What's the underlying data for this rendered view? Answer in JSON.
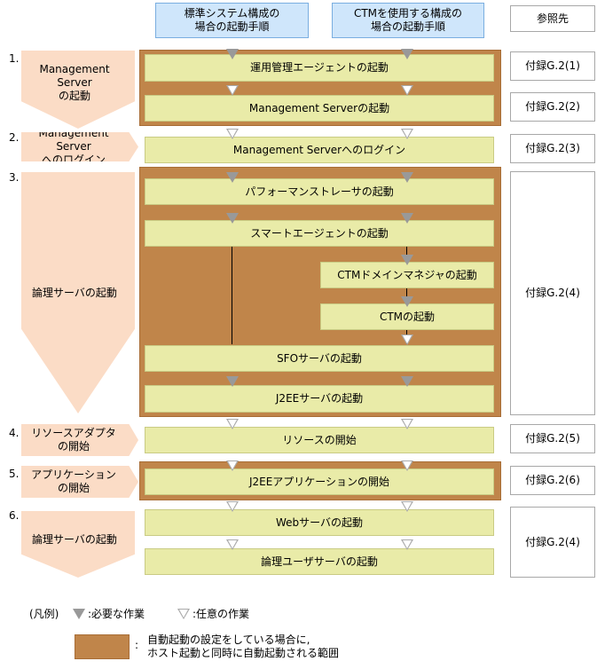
{
  "headers": {
    "standard": "標準システム構成の\n場合の起動手順",
    "ctm": "CTMを使用する構成の\n場合の起動手順",
    "reference": "参照先"
  },
  "steps": [
    {
      "label": "運用管理エージェントの起動"
    },
    {
      "label": "Management Serverの起動"
    },
    {
      "label": "Management Serverへのログイン"
    },
    {
      "label": "パフォーマンストレーサの起動"
    },
    {
      "label": "スマートエージェントの起動"
    },
    {
      "label": "CTMドメインマネジャの起動"
    },
    {
      "label": "CTMの起動"
    },
    {
      "label": "SFOサーバの起動"
    },
    {
      "label": "J2EEサーバの起動"
    },
    {
      "label": "リソースの開始"
    },
    {
      "label": "J2EEアプリケーションの開始"
    },
    {
      "label": "Webサーバの起動"
    },
    {
      "label": "論理ユーザサーバの起動"
    }
  ],
  "phases": [
    {
      "num": "1.",
      "label": "Management Server\nの起動"
    },
    {
      "num": "2.",
      "label": "Management Server\nへのログイン"
    },
    {
      "num": "3.",
      "label": "論理サーバの起動"
    },
    {
      "num": "4.",
      "label": "リソースアダプタ\nの開始"
    },
    {
      "num": "5.",
      "label": "アプリケーション\nの開始"
    },
    {
      "num": "6.",
      "label": "論理サーバの起動"
    }
  ],
  "refs": [
    "付録G.2(1)",
    "付録G.2(2)",
    "付録G.2(3)",
    "付録G.2(4)",
    "付録G.2(5)",
    "付録G.2(6)",
    "付録G.2(4)"
  ],
  "legend": {
    "title": "(凡例)",
    "required": ":必要な作業",
    "optional": ":任意の作業",
    "band_colon": ":",
    "band": "自動起動の設定をしている場合に,\nホスト起動と同時に自動起動される範囲"
  },
  "colors": {
    "header_bg": "#cfe6fb",
    "step_bg": "#e9eba8",
    "auto_band": "#c0854a",
    "phase_bg": "#fbdcc6",
    "required_arrow": "#999999"
  }
}
